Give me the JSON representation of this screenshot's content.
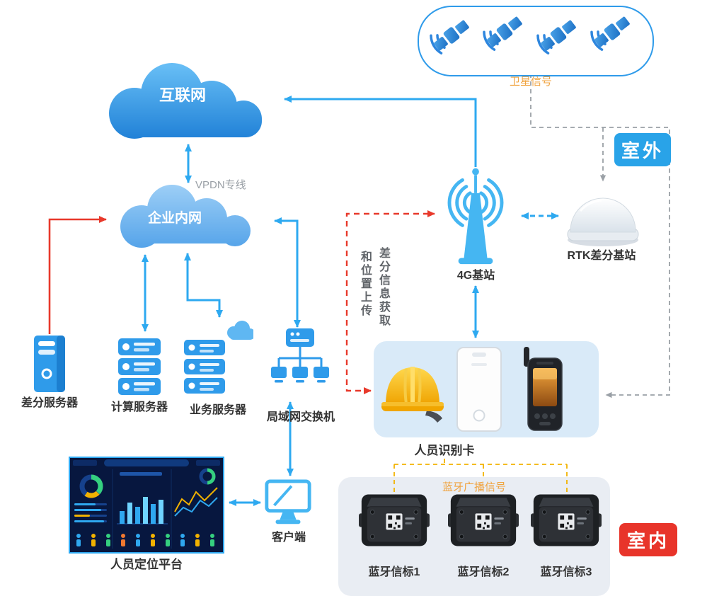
{
  "zones": {
    "outdoor_badge": "室外",
    "indoor_badge": "室内"
  },
  "satellites": {
    "count": 4,
    "signal_label": "卫星信号"
  },
  "clouds": {
    "internet": "互联网",
    "intranet": "企业内网"
  },
  "link_labels": {
    "vpdn": "VPDN专线",
    "diff_acquire_vertical": "差分信息获取",
    "position_upload_vertical": "和位置上传",
    "bluetooth_broadcast": "蓝牙广播信号"
  },
  "nodes": {
    "g4_station": {
      "label": "4G基站"
    },
    "rtk_station": {
      "label": "RTK差分基站"
    },
    "diff_server": {
      "label": "差分服务器"
    },
    "compute_server": {
      "label": "计算服务器"
    },
    "business_server": {
      "label": "业务服务器"
    },
    "lan_switch": {
      "label": "局域网交换机"
    },
    "client": {
      "label": "客户端"
    },
    "platform": {
      "label": "人员定位平台"
    },
    "person_card": {
      "label": "人员识别卡"
    },
    "beacons": [
      {
        "label": "蓝牙信标1"
      },
      {
        "label": "蓝牙信标2"
      },
      {
        "label": "蓝牙信标3"
      }
    ]
  },
  "colors": {
    "arrow_blue": "#2EA9F0",
    "arrow_red": "#E8392B",
    "dashed_gray": "#9AA0A6",
    "dashed_yellow": "#F2B200",
    "outdoor_bg": "#29A3E8",
    "indoor_bg": "#E8342A",
    "label_orange": "#F0A33F"
  }
}
